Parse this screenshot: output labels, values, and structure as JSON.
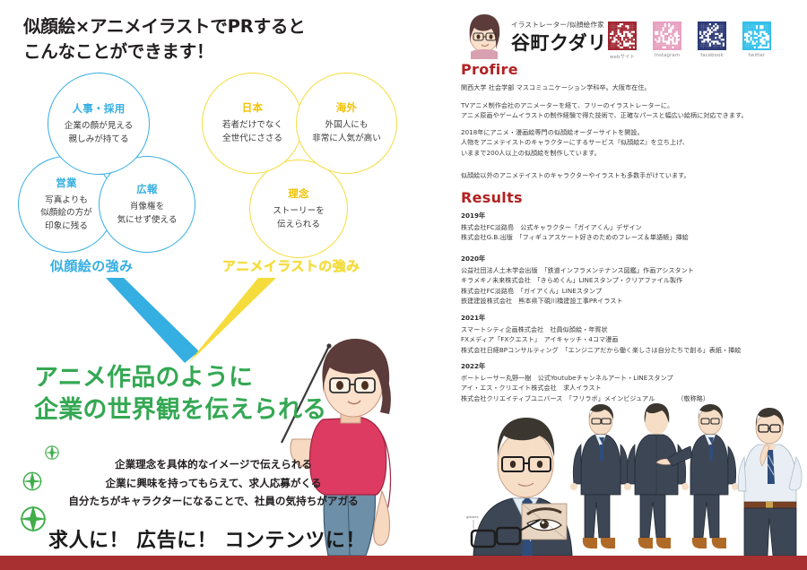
{
  "left": {
    "main_title": "似顔絵×アニメイラストでPRすると\nこんなことができます！",
    "circles": [
      {
        "id": "jinji",
        "head": "人事・採用",
        "body": "企業の顔が見える\n親しみが持てる",
        "color": "#35aee2"
      },
      {
        "id": "eigyo",
        "head": "営業",
        "body": "写真よりも\n似顔絵の方が\n印象に残る",
        "color": "#35aee2"
      },
      {
        "id": "koho",
        "head": "広報",
        "body": "肖像権を\n気にせず使える",
        "color": "#35aee2"
      },
      {
        "id": "nihon",
        "head": "日本",
        "body": "若者だけでなく\n全世代にささる",
        "color": "#f5dc3c"
      },
      {
        "id": "kaigai",
        "head": "海外",
        "body": "外国人にも\n非常に人気が高い",
        "color": "#f5dc3c"
      },
      {
        "id": "rinen",
        "head": "理念",
        "body": "ストーリーを\n伝えられる",
        "color": "#f5dc3c"
      }
    ],
    "strength_nigaoe": "似顔絵の強み",
    "strength_anime": "アニメイラストの強み",
    "big_headline": "アニメ作品のように\n企業の世界観を伝えられる",
    "sub_lines": "企業理念を具体的なイメージで伝えられる\n企業に興味を持ってもらえて、求人応募がくる\n自分たちがキャラクターになることで、社員の気持ちがアガる",
    "cta_line": "求人に！ 広告に！ コンテンツに！"
  },
  "right": {
    "role": "イラストレーター/似顔絵作家",
    "artist_name": "谷町クダリ",
    "qr_items": [
      {
        "caption": "webサイト",
        "color": "#a02832"
      },
      {
        "caption": "Instagram",
        "color": "#e8a0c0"
      },
      {
        "caption": "facebook",
        "color": "#2c3a77"
      },
      {
        "caption": "twitter",
        "color": "#34c0ea"
      }
    ],
    "profire_title": "Profire",
    "profire_p1": "関西大学 社会学部 マスコミュニケーション学科卒。大阪市在住。",
    "profire_p2": "TVアニメ制作会社のアニメーターを経て、フリーのイラストレーターに。\nアニメ原画やゲームイラストの制作経験で得た技術で、正確なパースと幅広い絵柄に対応できます。",
    "profire_p3": "2018年にアニメ・漫画絵専門の似顔絵オーダーサイトを開設。\n人物をアニメテイストのキャラクターにするサービス『似顔絵Z』を立ち上げ、\nいままで200人以上の似顔絵を制作しています。",
    "profire_p4": "似顔絵以外のアニメテイストのキャラクターやイラストも多数手がけています。",
    "results_title": "Results",
    "results": [
      {
        "year": "2019年",
        "lines": "株式会社FC淡路島　公式キャラクター「ガイアくん」デザイン\n株式会社G.B.出版　「フィギュアスケート好きのためのフレーズ＆単語帳」挿絵"
      },
      {
        "year": "2020年",
        "lines": "公益社団法人土木学会出版　「鉄道インフラメンテナンス図鑑」作画アシスタント\nキラメキノ未来株式会社　「きらめくん」LINEスタンプ・クリアファイル製作\n株式会社FC淡路島　「ガイアくん」LINEスタンプ\n鉄建建設株式会社　熊本県下硯川橋建設工事PRイラスト"
      },
      {
        "year": "2021年",
        "lines": "スマートシティ企画株式会社　社員似顔絵・年賀状\nFXメディア「FXクエスト」　アイキャッチ・4コマ漫画\n株式会社日経BPコンサルティング　「エンジニアだから働く楽しさは自分たちで創る」表紙・挿絵"
      },
      {
        "year": "2022年",
        "lines": "ボートレーサー丸野一樹　公式Youtubeチャンネルアート・LINEスタンプ\nアイ・エス・クリエイト株式会社　求人イラスト\n株式会社クリエイティブユニバース　「フリラボ」メインビジュアル　　　　（敬称略）"
      }
    ]
  },
  "colors": {
    "blue": "#35aee2",
    "yellow": "#f5dc3c",
    "green": "#34a853",
    "red": "#b22222",
    "bottom_bar": "#a93030"
  }
}
